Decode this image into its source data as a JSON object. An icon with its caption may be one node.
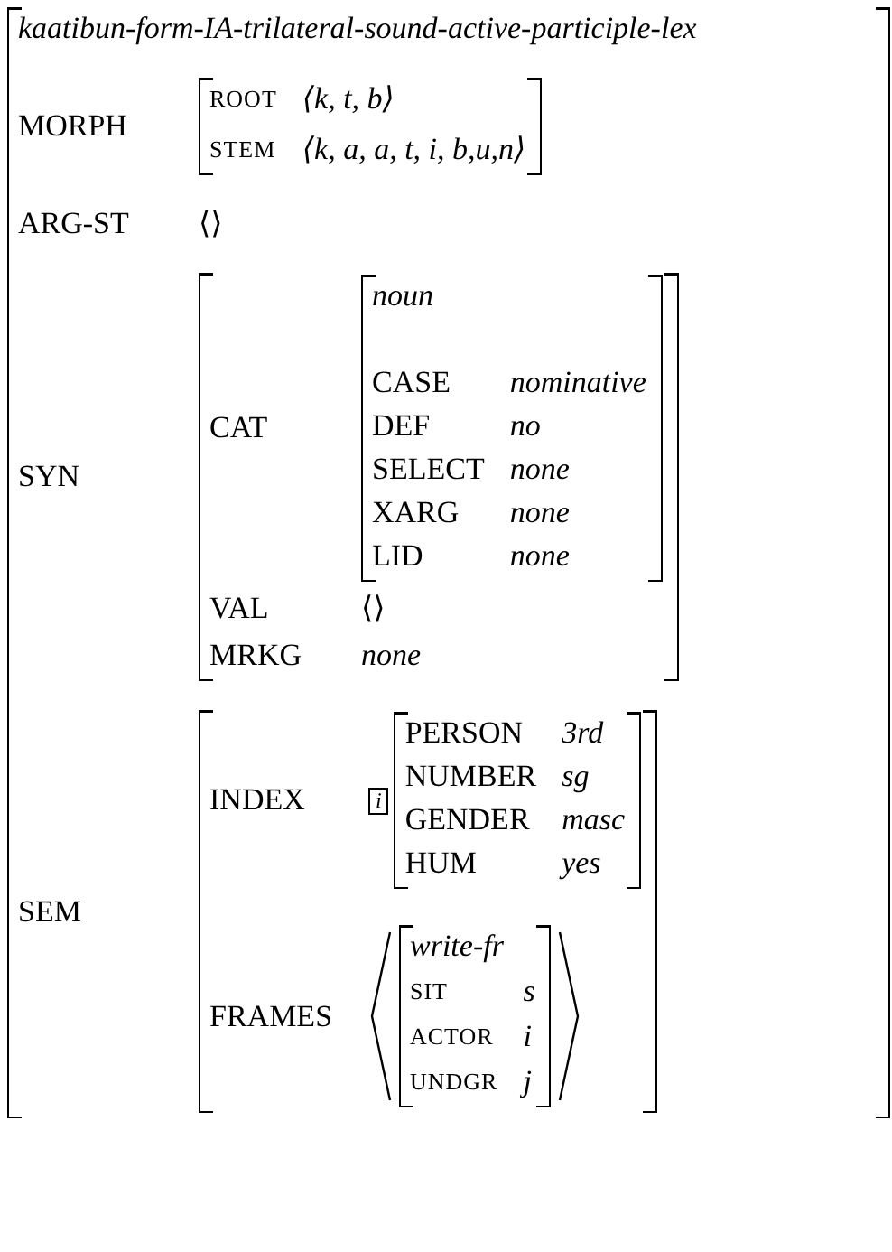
{
  "diagram": {
    "nodes": [
      {
        "text": [
          "kaatibun-form-IA-trilateral-sound-active-participle-lex",
          "MORPH",
          "ARG-ST",
          "⟨⟩",
          "SYN",
          "SEM"
        ]
      },
      {
        "text": [
          "ROOT",
          "⟨k, t, b⟩",
          "STEM",
          "⟨k, a, a, t, i, b,u,n⟩"
        ],
        "in": 0
      },
      {
        "text": [
          "CAT",
          "VAL",
          "⟨⟩",
          "MRKG",
          "none"
        ],
        "in": 0
      },
      {
        "text": [
          "noun",
          "CASE",
          "nominative",
          "DEF",
          "no",
          "SELECT",
          "none",
          "XARG",
          "none",
          "LID",
          "none"
        ],
        "in": 2
      },
      {
        "text": [
          "INDEX",
          "FRAMES"
        ],
        "in": 0
      },
      {
        "text": [
          "i"
        ],
        "in": 4
      },
      {
        "text": [
          "PERSON",
          "3rd",
          "NUMBER",
          "sg",
          "GENDER",
          "masc",
          "HUM",
          "yes"
        ],
        "in": 4
      },
      {
        "text": [
          "write-fr",
          "SIT",
          "s",
          "ACTOR",
          "i",
          "UNDGR",
          "j"
        ],
        "in": 4
      }
    ]
  }
}
